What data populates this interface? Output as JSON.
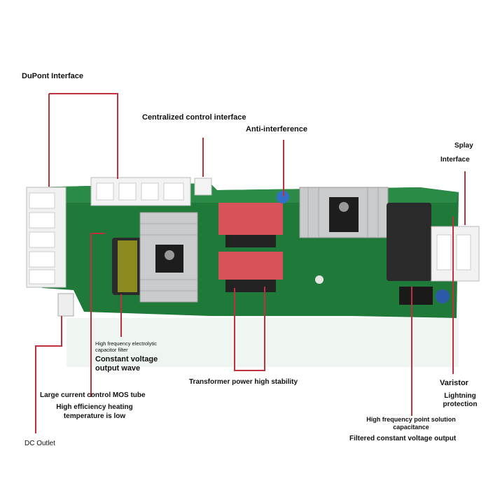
{
  "labels": {
    "dupont": "DuPont Interface",
    "centralized": "Centralized control interface",
    "anti": "Anti-interference",
    "splay_1": "Splay",
    "splay_2": "Interface",
    "hf_cap_1": "High frequency electrolytic",
    "hf_cap_2": "capacitor filter",
    "constant_1": "Constant voltage",
    "constant_2": "output wave",
    "transformer": "Transformer power high stability",
    "varistor": "Varistor",
    "lightning_1": "Lightning",
    "lightning_2": "protection",
    "mos": "Large current control MOS tube",
    "heating_1": "High efficiency heating",
    "heating_2": "temperature is low",
    "hf_point_1": "High frequency point solution",
    "hf_point_2": "capacitance",
    "filtered": "Filtered constant voltage output",
    "dc_outlet": "DC Outlet"
  },
  "colors": {
    "pcb": "#1f7a3a",
    "callout_line": "#c0303d",
    "connector": "#eeeeee",
    "heatsink": "#c9cbcc",
    "transformer": "#d8525a",
    "capacitor": "#2a2a2a"
  }
}
